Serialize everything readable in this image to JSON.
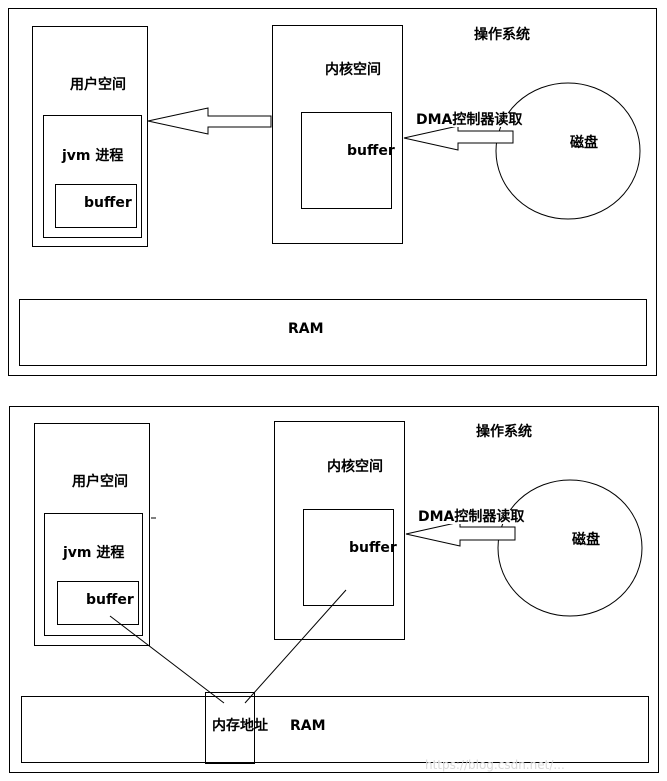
{
  "diagrams": [
    {
      "os_label": "操作系统",
      "user_space_label": "用户空间",
      "jvm_process_label": "jvm 进程",
      "jvm_buffer_label": "buffer",
      "kernel_space_label": "内核空间",
      "kernel_buffer_label": "buffer",
      "dma_label": "DMA控制器读取",
      "disk_label": "磁盘",
      "ram_label": "RAM"
    },
    {
      "os_label": "操作系统",
      "user_space_label": "用户空间",
      "jvm_process_label": "jvm 进程",
      "jvm_buffer_label": "buffer",
      "kernel_space_label": "内核空间",
      "kernel_buffer_label": "buffer",
      "dma_label": "DMA控制器读取",
      "disk_label": "磁盘",
      "ram_label": "RAM",
      "memory_address_label": "内存地址"
    }
  ],
  "watermark": "https://blog.csdn.net/..."
}
